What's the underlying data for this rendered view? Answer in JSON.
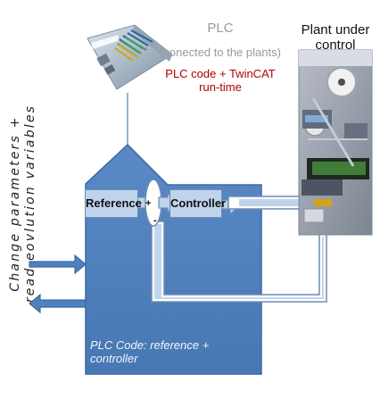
{
  "side_text": {
    "line1": "Change parameters +",
    "line2": "read eovlution variables"
  },
  "plc": {
    "title": "PLC",
    "subtitle": "(conected to the plants)",
    "runtime": "PLC code + TwinCAT run-time"
  },
  "plant": {
    "title": "Plant under control"
  },
  "diagram": {
    "reference_label": "Reference",
    "controller_label": "Controller",
    "plus_sign": "+",
    "minus_sign": "-",
    "plc_code_label": "PLC Code: reference + controller"
  },
  "colors": {
    "main_block": "#4f81bd",
    "main_block_border": "#3b6aa1",
    "light_block": "#bfd4ec",
    "runtime_text": "#b00000",
    "muted_text": "#9a9a9a"
  }
}
